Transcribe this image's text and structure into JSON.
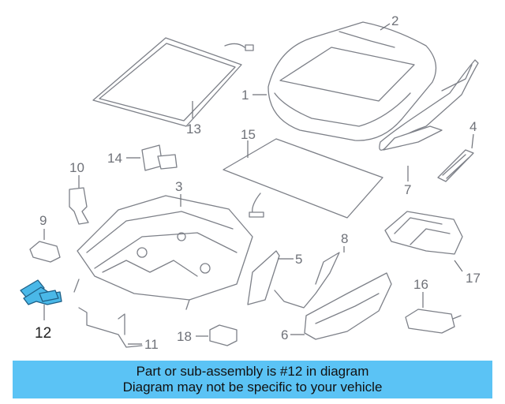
{
  "diagram": {
    "highlight_color": "#4ab8e8",
    "callouts": [
      {
        "id": "1",
        "label": "1"
      },
      {
        "id": "2",
        "label": "2"
      },
      {
        "id": "3",
        "label": "3"
      },
      {
        "id": "4",
        "label": "4"
      },
      {
        "id": "5",
        "label": "5"
      },
      {
        "id": "6",
        "label": "6"
      },
      {
        "id": "7",
        "label": "7"
      },
      {
        "id": "8",
        "label": "8"
      },
      {
        "id": "9",
        "label": "9"
      },
      {
        "id": "10",
        "label": "10"
      },
      {
        "id": "11",
        "label": "11"
      },
      {
        "id": "12",
        "label": "12",
        "highlighted": true
      },
      {
        "id": "13",
        "label": "13"
      },
      {
        "id": "14",
        "label": "14"
      },
      {
        "id": "15",
        "label": "15"
      },
      {
        "id": "16",
        "label": "16"
      },
      {
        "id": "17",
        "label": "17"
      },
      {
        "id": "18",
        "label": "18"
      }
    ]
  },
  "caption": {
    "line1": "Part or sub-assembly is #12 in diagram",
    "line2": "Diagram may not be specific to your vehicle",
    "background": "#5bc3f5"
  }
}
